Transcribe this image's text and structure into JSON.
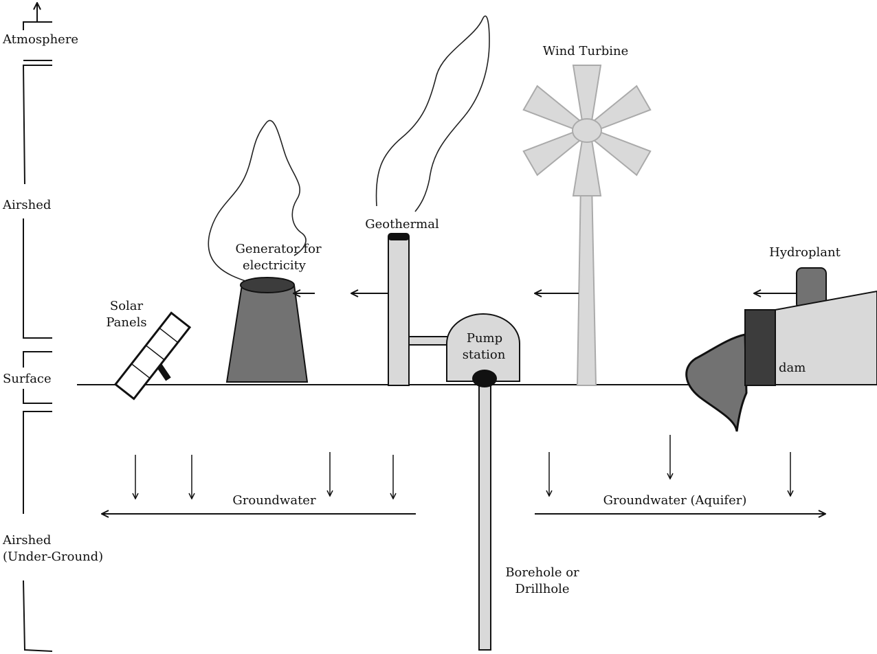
{
  "layers": {
    "atmosphere": "Atmosphere",
    "airshed": "Airshed",
    "surface": "Surface",
    "underground_line1": "Airshed",
    "underground_line2": "(Under-Ground)"
  },
  "components": {
    "solar_line1": "Solar",
    "solar_line2": "Panels",
    "generator_line1": "Generator for",
    "generator_line2": "electricity",
    "geothermal": "Geothermal",
    "wind_turbine": "Wind Turbine",
    "pump_line1": "Pump",
    "pump_line2": "station",
    "hydroplant": "Hydroplant",
    "dam": "dam",
    "borehole_line1": "Borehole or",
    "borehole_line2": "Drillhole"
  },
  "groundwater": {
    "left": "Groundwater",
    "right": "Groundwater (Aquifer)"
  },
  "colors": {
    "light_gray": "#d9d9d9",
    "mid_gray": "#727272",
    "dark_gray": "#3c3c3c",
    "ink": "#111111"
  }
}
